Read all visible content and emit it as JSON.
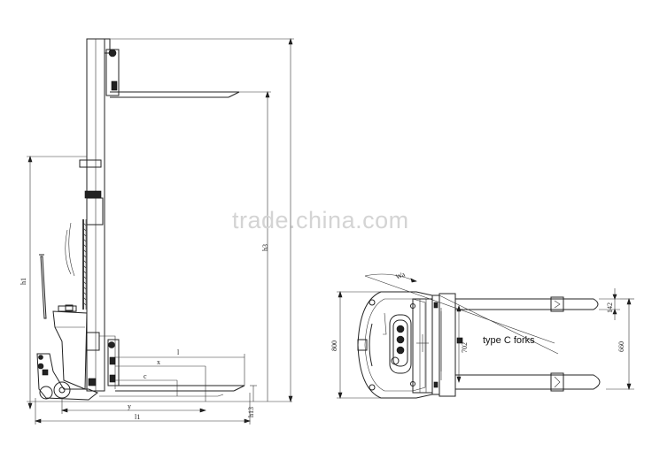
{
  "watermark": "trade.china.com",
  "side_view": {
    "labels": {
      "h1": "h1",
      "h3": "h3",
      "h13": "h13",
      "l": "l",
      "x": "x",
      "c": "c",
      "y": "y",
      "l1": "l1"
    }
  },
  "top_view": {
    "labels": {
      "wa": "Wa",
      "width_800": "800",
      "width_702": "702",
      "fork_142": "142",
      "fork_span_660": "660",
      "fork_type": "type C forks"
    }
  }
}
